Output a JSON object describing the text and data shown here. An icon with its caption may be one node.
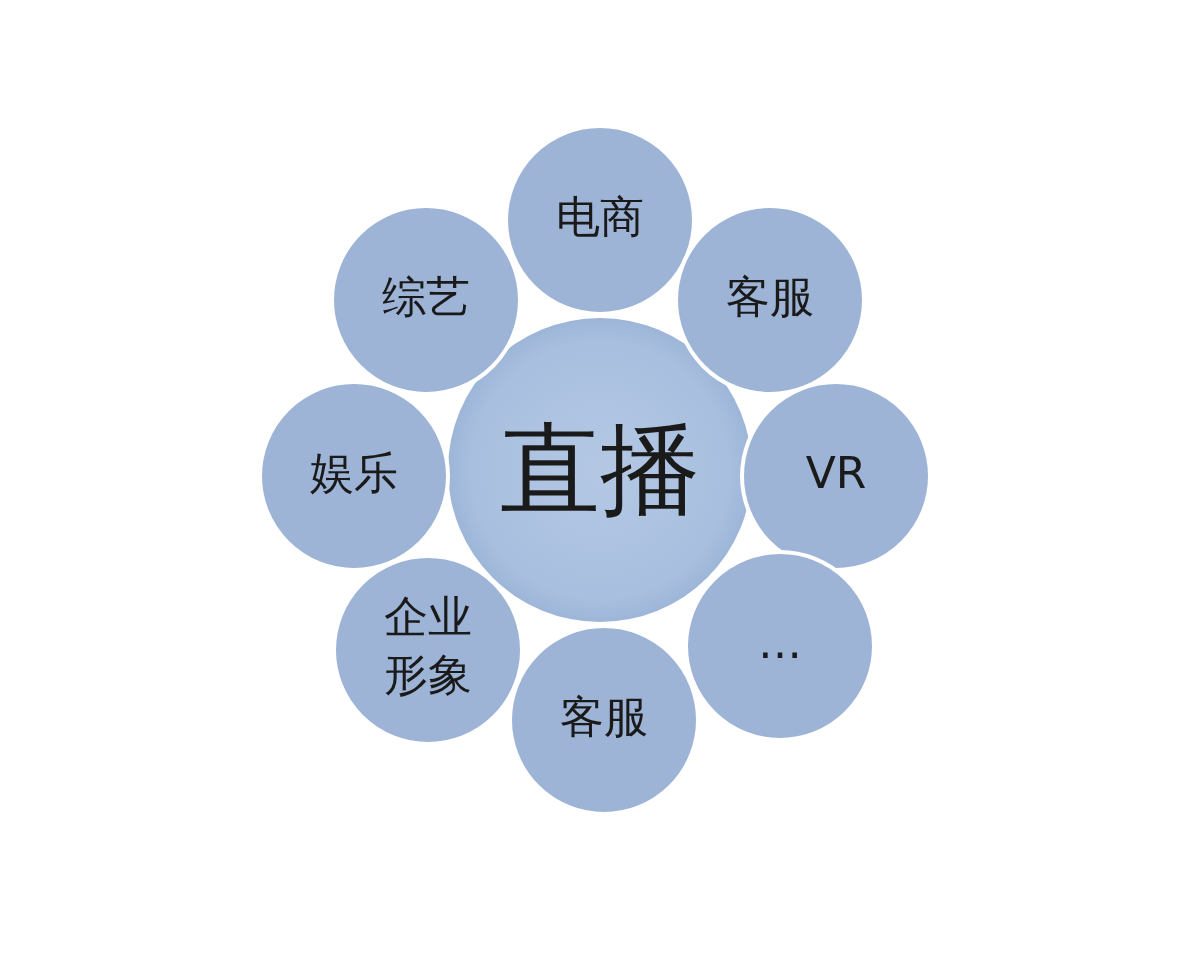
{
  "diagram": {
    "nodes": [
      {
        "text": [
          "直播"
        ]
      },
      {
        "text": [
          "电商"
        ]
      },
      {
        "text": [
          "客服"
        ]
      },
      {
        "text": [
          "VR"
        ]
      },
      {
        "text": [
          "…"
        ]
      },
      {
        "text": [
          "客服"
        ]
      },
      {
        "text": [
          "企业形象"
        ]
      },
      {
        "text": [
          "娱乐"
        ]
      },
      {
        "text": [
          "综艺"
        ]
      }
    ]
  }
}
